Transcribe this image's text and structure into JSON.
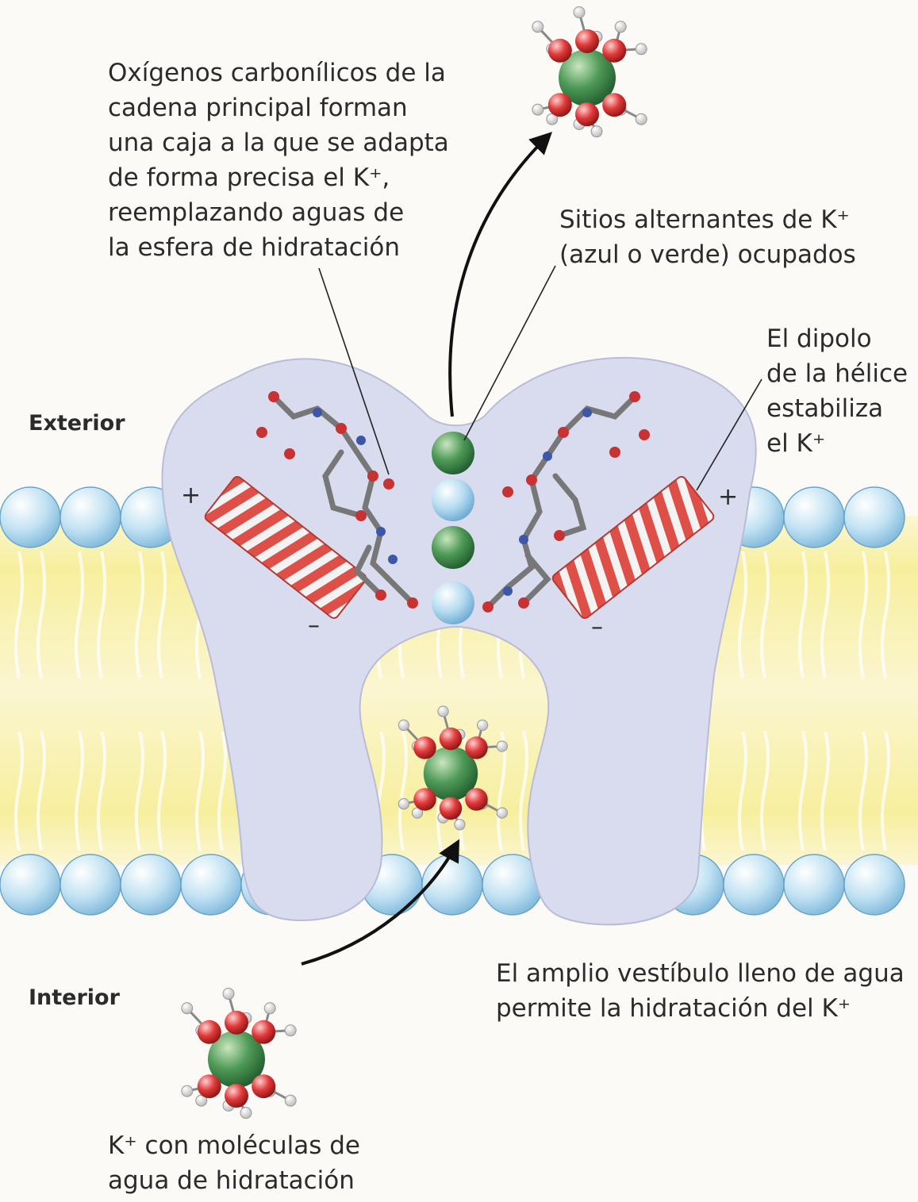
{
  "labels": {
    "exterior": "Exterior",
    "interior": "Interior",
    "carbonyl": [
      "Oxígenos carbonílicos de la",
      "cadena principal forman",
      "una caja a la que se adapta",
      "de forma precisa el K⁺,",
      "reemplazando aguas de",
      "la esfera de hidratación"
    ],
    "sites": [
      "Sitios alternantes de K⁺",
      "(azul o verde) ocupados"
    ],
    "dipole": [
      "El dipolo",
      "de la hélice",
      "estabiliza",
      "el K⁺"
    ],
    "vestibule": [
      "El amplio vestíbulo lleno de agua",
      "permite la hidratación del K⁺"
    ],
    "hydrated": [
      "K⁺ con moléculas de",
      "agua de hidratación"
    ],
    "plus": "+",
    "minus": "–"
  },
  "colors": {
    "protein": "#d9dcef",
    "lipid_core": "#f6efb0",
    "lipid_head": "#bfe0f2",
    "ion_green": "#3f8f4e",
    "ion_blue": "#a9d3ec",
    "oxygen": "#d93a3a",
    "helix": "#e0564e"
  }
}
